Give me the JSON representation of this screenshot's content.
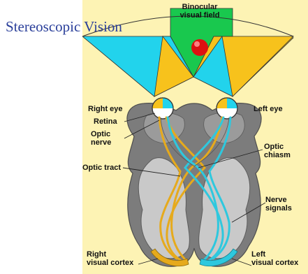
{
  "slide": {
    "title": "Stereoscopic Vision"
  },
  "diagram": {
    "labels": {
      "binocular_1": "Binocular",
      "binocular_2": "visual field",
      "right_eye": "Right eye",
      "retina": "Retina",
      "optic_nerve_1": "Optic",
      "optic_nerve_2": "nerve",
      "optic_tract": "Optic tract",
      "left_eye": "Left eye",
      "optic_chiasm_1": "Optic",
      "optic_chiasm_2": "chiasm",
      "nerve_signals_1": "Nerve",
      "nerve_signals_2": "signals",
      "right_cortex_1": "Right",
      "right_cortex_2": "visual cortex",
      "left_cortex_1": "Left",
      "left_cortex_2": "visual cortex"
    },
    "colors": {
      "background": "#fdf3b4",
      "cyan_field": "#22d3ec",
      "yellow_field": "#f7c21c",
      "green_field": "#19c84e",
      "object_red": "#dd1111",
      "brain_dark": "#7c7c7c",
      "brain_light": "#c9c9c9",
      "yellow_pathway": "#e6aa1c",
      "cyan_pathway": "#2ec8de",
      "title_blue": "#2a3f9a"
    }
  }
}
